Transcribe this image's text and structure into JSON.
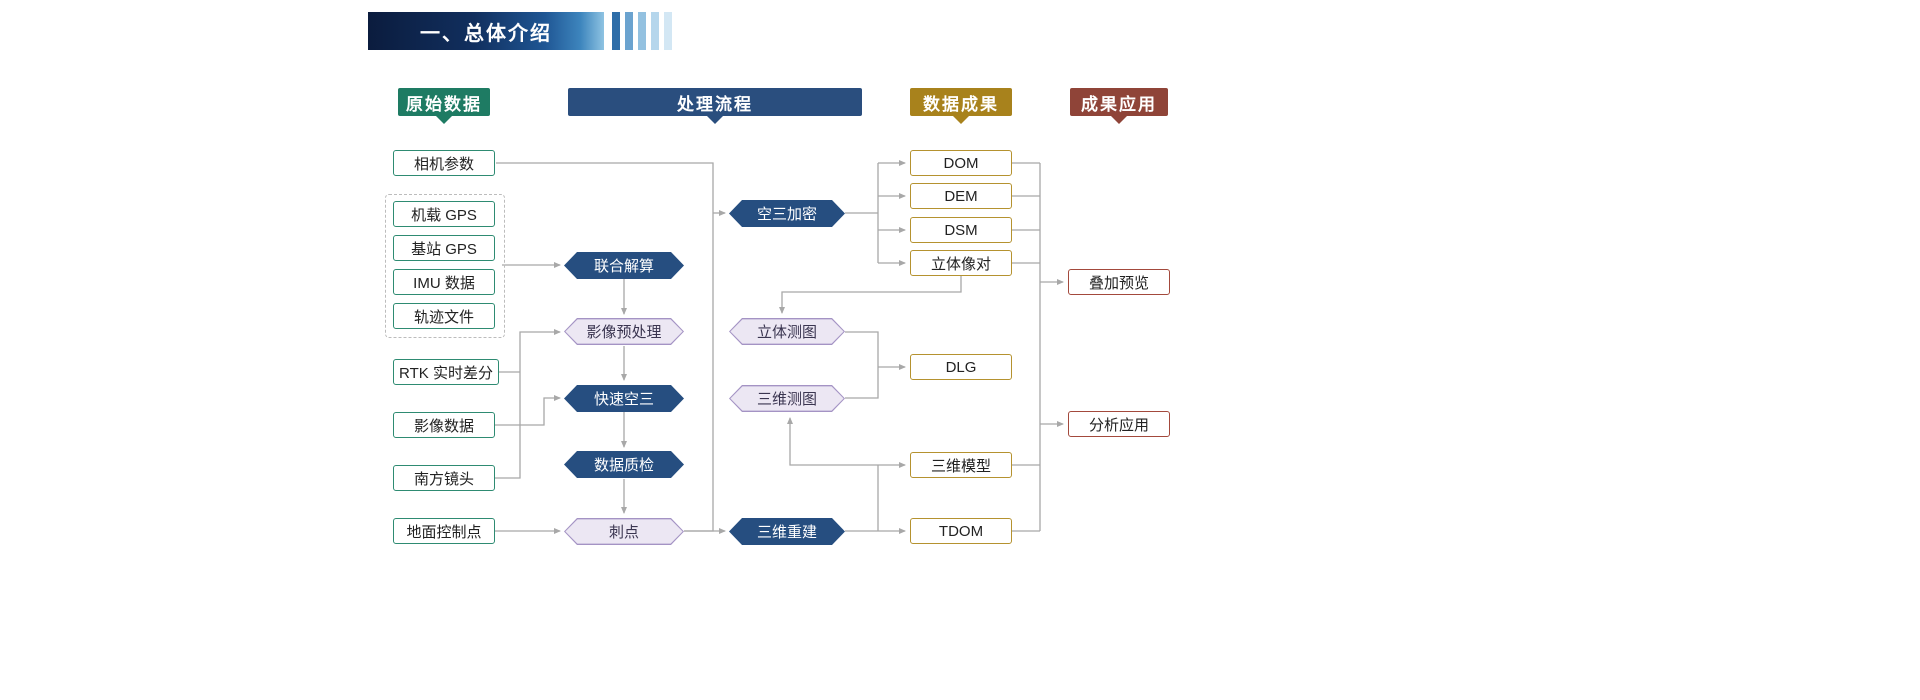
{
  "title_bar": {
    "title": "一、总体介绍"
  },
  "headers": {
    "raw": "原始数据",
    "process": "处理流程",
    "results": "数据成果",
    "application": "成果应用"
  },
  "raw": {
    "camera": "相机参数",
    "airborne_gps": "机载 GPS",
    "base_gps": "基站 GPS",
    "imu": "IMU 数据",
    "track": "轨迹文件",
    "rtk": "RTK 实时差分",
    "image": "影像数据",
    "south_lens": "南方镜头",
    "gcp": "地面控制点"
  },
  "process": {
    "joint": "联合解算",
    "preprocess": "影像预处理",
    "fast_at": "快速空三",
    "qc": "数据质检",
    "prick": "刺点",
    "at_densify": "空三加密",
    "stereo_map": "立体测图",
    "map3d": "三维测图",
    "recon3d": "三维重建"
  },
  "results": {
    "dom": "DOM",
    "dem": "DEM",
    "dsm": "DSM",
    "stereo_pair": "立体像对",
    "dlg": "DLG",
    "model3d": "三维模型",
    "tdom": "TDOM"
  },
  "application": {
    "overlay": "叠加预览",
    "analysis": "分析应用"
  },
  "colors": {
    "raw_header": "#1e7b63",
    "process_header": "#2a4e7e",
    "results_header": "#a8821c",
    "application_header": "#8f4438",
    "dark_hex": "#264e80",
    "light_hex_fill": "#ece7f3",
    "light_hex_border": "#a493c4",
    "raw_box_border": "#2e8b72",
    "results_box_border": "#b5922f",
    "application_box_border": "#a3493c",
    "connector": "#a8a8a8"
  }
}
